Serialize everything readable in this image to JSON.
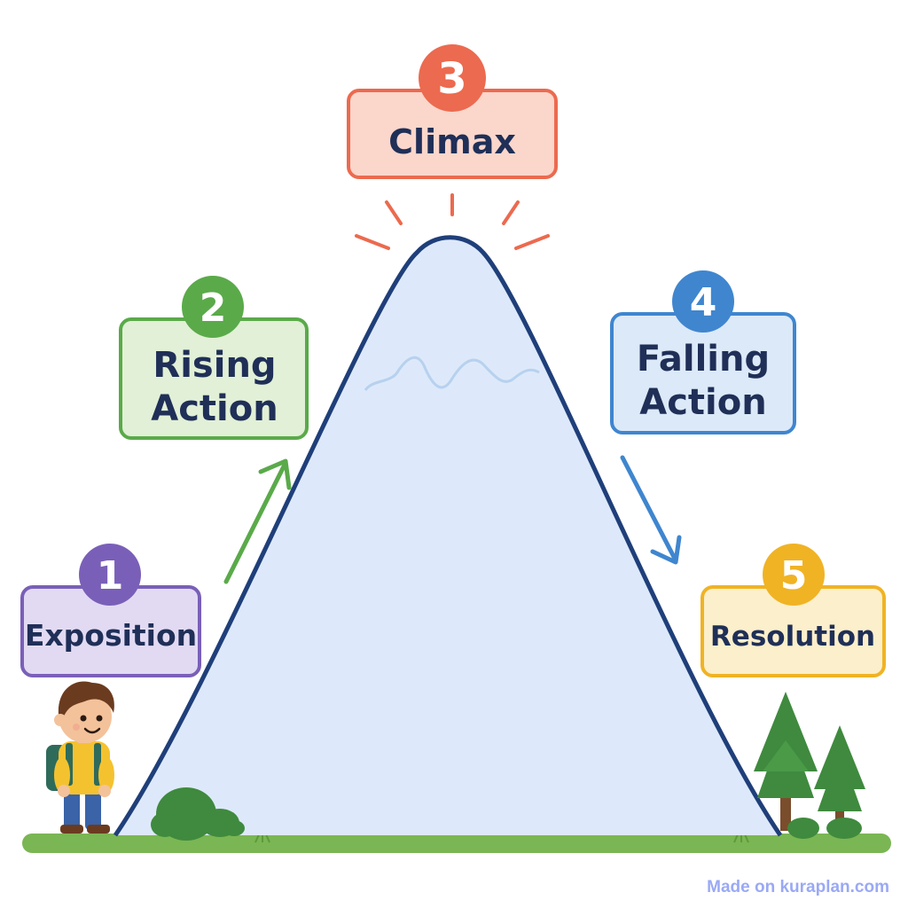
{
  "stages": [
    {
      "number": "1",
      "line1": "Exposition",
      "line2": "",
      "color": "#7a5fb8",
      "fill": "#e2daf3"
    },
    {
      "number": "2",
      "line1": "Rising",
      "line2": "Action",
      "color": "#5aaa4a",
      "fill": "#e1f0d6"
    },
    {
      "number": "3",
      "line1": "Climax",
      "line2": "",
      "color": "#ec6a4f",
      "fill": "#fbd6cb"
    },
    {
      "number": "4",
      "line1": "Falling",
      "line2": "Action",
      "color": "#3f86cf",
      "fill": "#dce9f8"
    },
    {
      "number": "5",
      "line1": "Resolution",
      "line2": "",
      "color": "#f0b324",
      "fill": "#fcefcb"
    }
  ],
  "footer": {
    "credit": "Made on kuraplan.com"
  },
  "icons": {
    "character": "hiker-child-icon",
    "bush": "bush-icon",
    "trees": "pine-trees-icon",
    "spark": "climax-spark-icon"
  },
  "colors": {
    "mountain_outline": "#1f3f7a",
    "mountain_fill": "#dde9fa",
    "ground": "#6fb04a",
    "tree": "#3f8a3e"
  }
}
